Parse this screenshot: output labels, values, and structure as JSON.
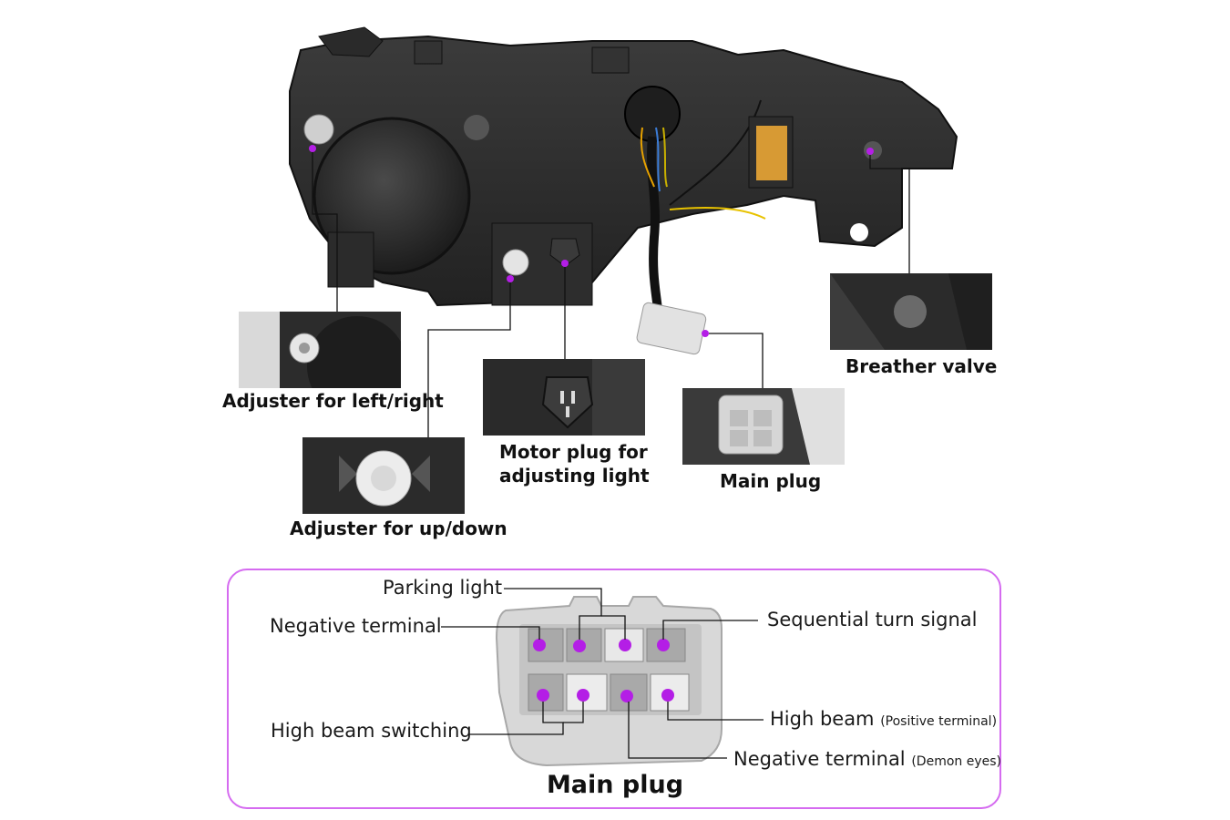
{
  "callouts": {
    "left_right": "Adjuster for left/right",
    "up_down": "Adjuster for up/down",
    "motor_plug_line1": "Motor plug for",
    "motor_plug_line2": "adjusting light",
    "main_plug": "Main plug",
    "breather": "Breather valve"
  },
  "pinout": {
    "title": "Main plug",
    "parking_light": "Parking light",
    "negative_terminal": "Negative terminal",
    "sequential": "Sequential turn signal",
    "high_beam_switching": "High beam switching",
    "high_beam": "High beam",
    "high_beam_note": "(Positive terminal)",
    "negative_terminal_2": "Negative terminal",
    "negative_terminal_2_note": "(Demon eyes)"
  },
  "colors": {
    "accent": "#b41ee6",
    "frame": "#d56bf0",
    "housing": "#2b2b2b",
    "connector": "#d9d9d9"
  }
}
